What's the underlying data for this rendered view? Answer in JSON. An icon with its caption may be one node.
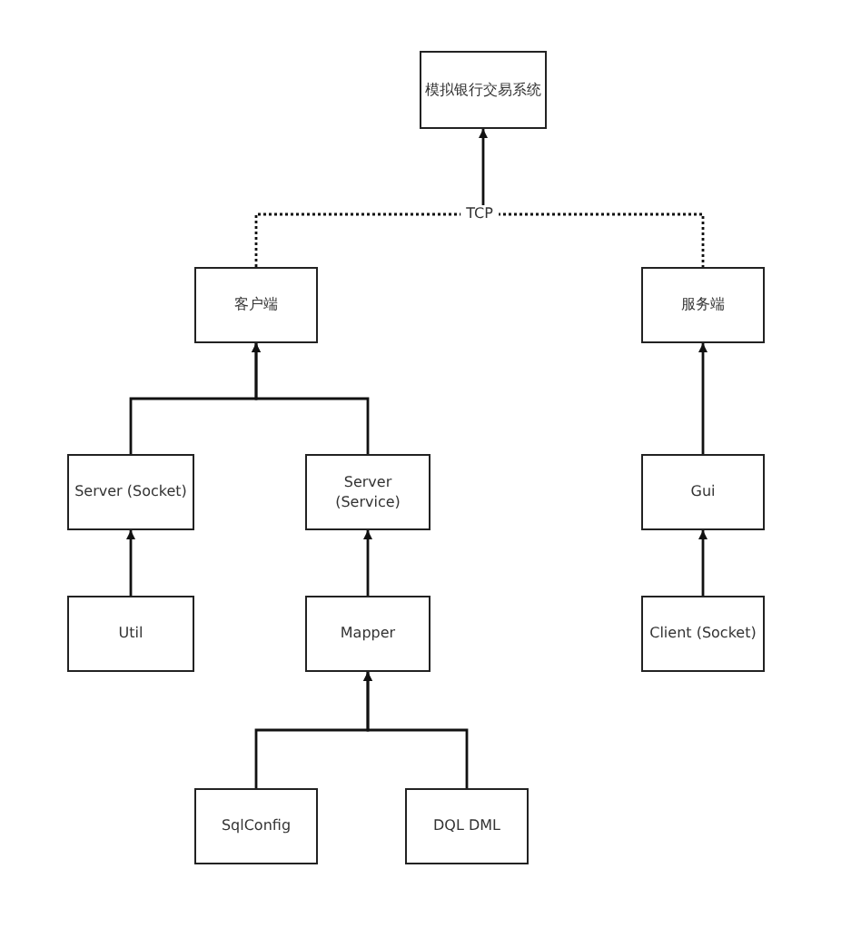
{
  "diagram": {
    "nodes": [
      {
        "text": [
          "模拟银行交易系统"
        ]
      },
      {
        "text": [
          "客户端"
        ]
      },
      {
        "text": [
          "服务端"
        ]
      },
      {
        "text": [
          "Server (Socket)"
        ]
      },
      {
        "text": [
          "Server (Service)"
        ]
      },
      {
        "text": [
          "Gui"
        ]
      },
      {
        "text": [
          "Util"
        ]
      },
      {
        "text": [
          "Mapper"
        ]
      },
      {
        "text": [
          "Client (Socket)"
        ]
      },
      {
        "text": [
          "SqlConfig"
        ]
      },
      {
        "text": [
          "DQL DML"
        ]
      }
    ],
    "edges": [
      {
        "from": 1,
        "to": 2,
        "arrow": "none",
        "style": "dashed",
        "label": "TCP"
      },
      {
        "from": null,
        "to": 0,
        "arrow": "to"
      },
      {
        "from": 3,
        "to": 1,
        "arrow": "to"
      },
      {
        "from": 4,
        "to": 1,
        "arrow": "to"
      },
      {
        "from": 5,
        "to": 2,
        "arrow": "to"
      },
      {
        "from": 6,
        "to": 3,
        "arrow": "to"
      },
      {
        "from": 7,
        "to": 4,
        "arrow": "to"
      },
      {
        "from": 8,
        "to": 5,
        "arrow": "to"
      },
      {
        "from": 9,
        "to": 7,
        "arrow": "to"
      },
      {
        "from": 10,
        "to": 7,
        "arrow": "to"
      }
    ]
  }
}
